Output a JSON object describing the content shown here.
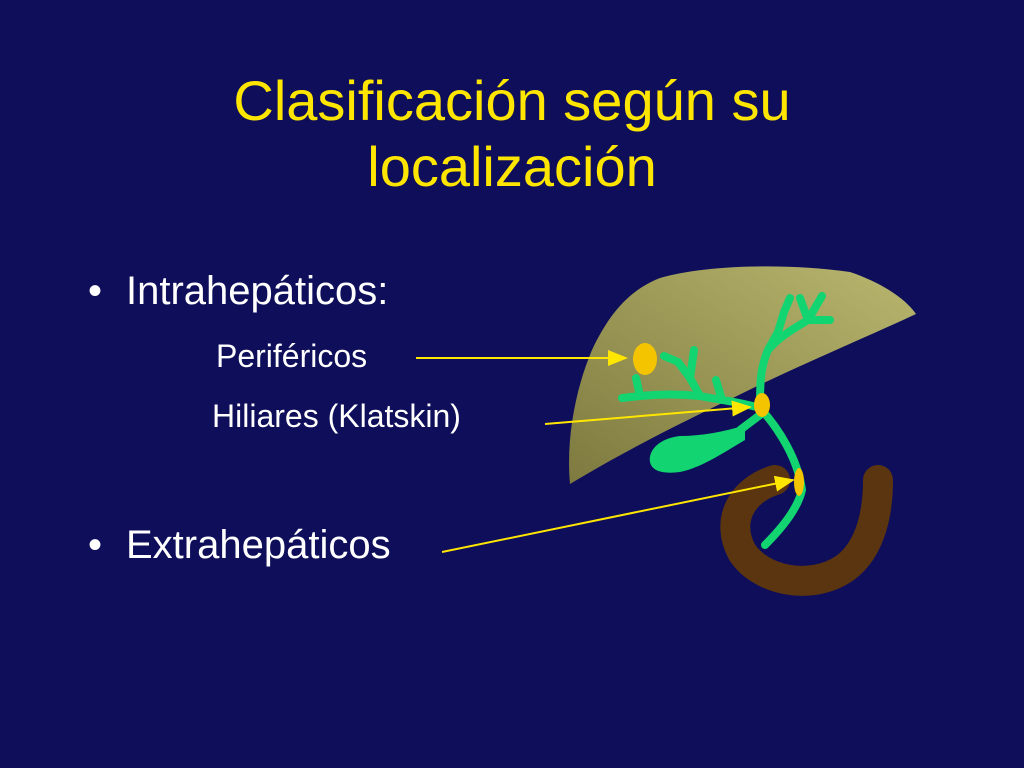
{
  "slide": {
    "title_line1": "Clasificación según su",
    "title_line2": "localización",
    "bullet_char": "•",
    "bullet1": "Intrahepáticos:",
    "sub1": "Periféricos",
    "sub2": "Hiliares (Klatskin)",
    "bullet2": "Extrahepáticos"
  },
  "colors": {
    "background": "#0e0e5a",
    "title": "#ffe600",
    "text": "#ffffff",
    "liver": "#9c9a5c",
    "bile_ducts": "#12d470",
    "duodenum": "#5a3510",
    "tumor": "#f5c400",
    "pointer": "#ffe600"
  }
}
